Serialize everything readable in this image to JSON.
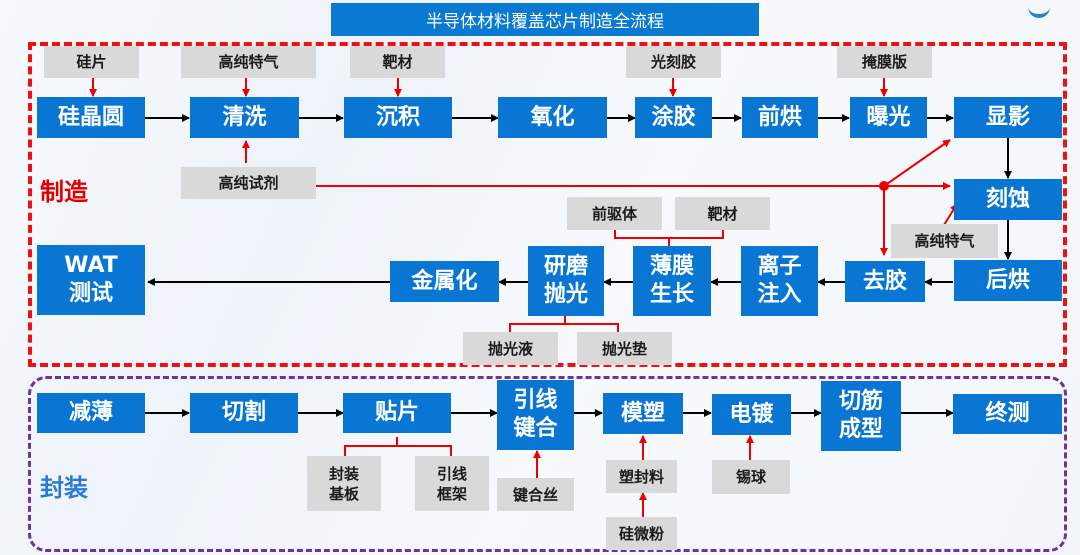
{
  "title": "半导体材料覆盖芯片制造全流程",
  "sections": {
    "manufacturing": "制造",
    "packaging": "封装"
  },
  "manufacturing": {
    "steps": {
      "wafer": "硅晶圆",
      "cleaning": "清洗",
      "deposition": "沉积",
      "oxidation": "氧化",
      "coating": "涂胶",
      "prebake": "前烘",
      "exposure": "曝光",
      "develop": "显影",
      "etch": "刻蚀",
      "postbake": "后烘",
      "strip": "去胶",
      "implant": "离子\n注入",
      "film": "薄膜\n生长",
      "cmp": "研磨\n抛光",
      "metal": "金属化",
      "wat": "WAT\n测试"
    },
    "materials": {
      "silicon_wafer": "硅片",
      "gas1": "高纯特气",
      "target1": "靶材",
      "photoresist": "光刻胶",
      "mask": "掩膜版",
      "reagent": "高纯试剂",
      "gas2": "高纯特气",
      "precursor": "前驱体",
      "target2": "靶材",
      "slurry": "抛光液",
      "pad": "抛光垫"
    }
  },
  "packaging": {
    "steps": {
      "thinning": "减薄",
      "dicing": "切割",
      "die_attach": "贴片",
      "wire_bond": "引线\n键合",
      "molding": "模塑",
      "plating": "电镀",
      "trim_form": "切筋\n成型",
      "final_test": "终测"
    },
    "materials": {
      "substrate": "封装\n基板",
      "leadframe": "引线\n框架",
      "bond_wire": "键合丝",
      "mold_compound": "塑封料",
      "silica": "硅微粉",
      "solder_ball": "锡球"
    }
  },
  "colors": {
    "step_box": "#0a76d4",
    "material_box": "#d9d9d9",
    "manufacturing_frame": "#ee1111",
    "packaging_frame": "#7030a0",
    "material_arrow": "#ee0000",
    "flow_arrow": "#000000"
  }
}
